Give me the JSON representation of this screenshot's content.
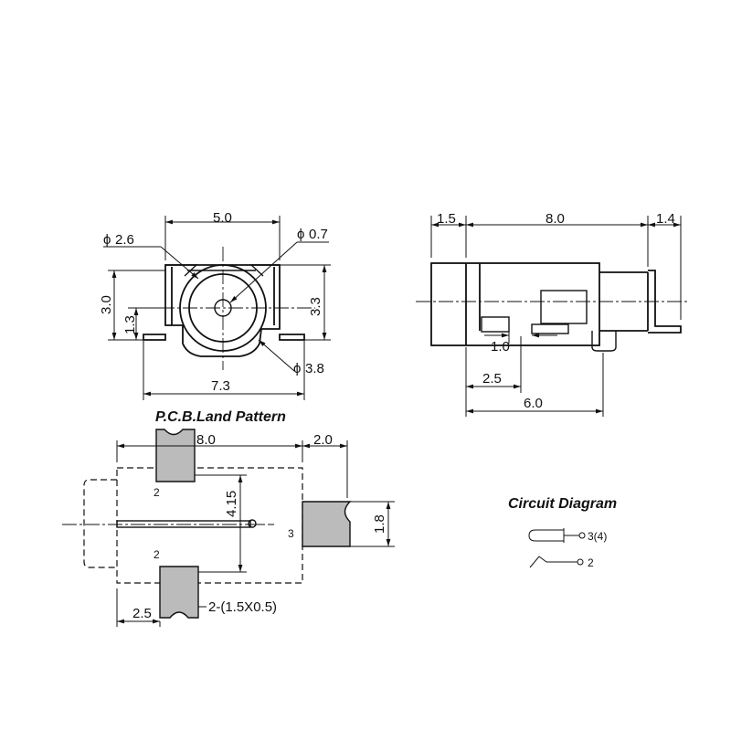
{
  "front_view": {
    "width_top": "5.0",
    "phi_2_6": "2.6",
    "phi_0_7": "0.7",
    "phi_3_8": "3.8",
    "height_left": "3.0",
    "height_small": "1.3",
    "height_right": "3.3",
    "width_bottom": "7.3",
    "phi_symbol": "ϕ"
  },
  "side_view": {
    "dim_left": "1.5",
    "dim_body": "8.0",
    "dim_right": "1.4",
    "dim_pin": "1.0",
    "dim_2_5": "2.5",
    "dim_6_0": "6.0"
  },
  "pcb": {
    "title": "P.C.B.Land Pattern",
    "dim_width": "8.0",
    "dim_right": "2.0",
    "dim_height": "4.15",
    "dim_pad_h": "1.8",
    "dim_2_5": "2.5",
    "pad_note": "2-(1.5X0.5)",
    "pin_top": "2",
    "pin_bottom": "2",
    "pin_right": "3"
  },
  "circuit": {
    "title": "Circuit Diagram",
    "label_a": "3(4)",
    "label_b": "2"
  }
}
